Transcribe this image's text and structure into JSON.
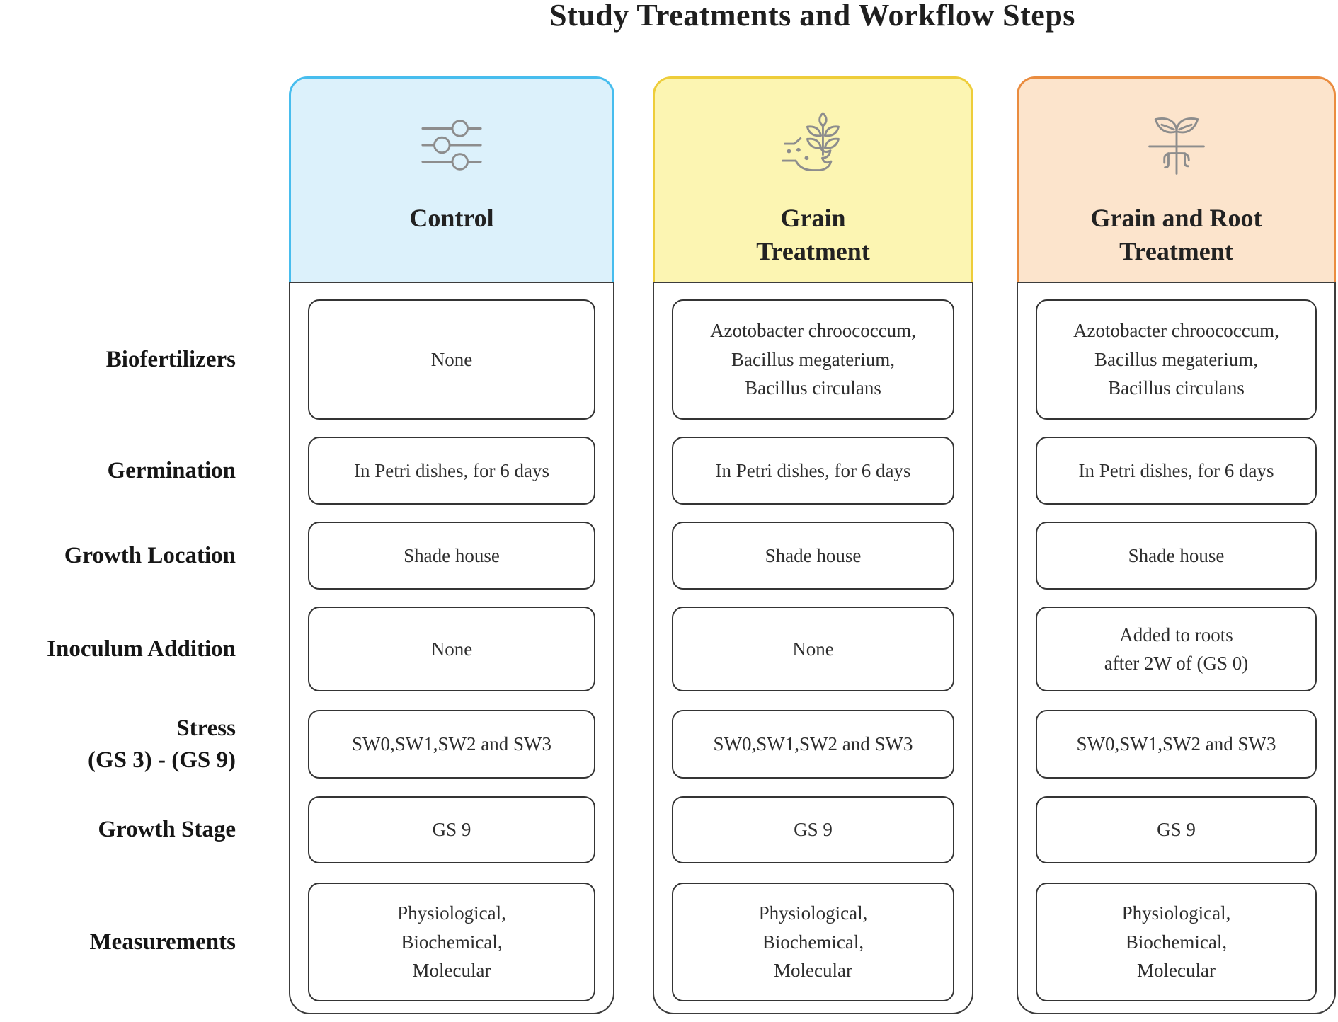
{
  "title": "Study Treatments and Workflow Steps",
  "colors": {
    "control_header_bg": "#dcf1fb",
    "control_header_border": "#47bdee",
    "grain_header_bg": "#fcf5b2",
    "grain_header_border": "#eecd3a",
    "grain_root_header_bg": "#fce4cc",
    "grain_root_header_border": "#ea8c3f",
    "box_border": "#3c3c3c",
    "icon_gray": "#8d8d8d"
  },
  "rows": [
    {
      "label": "Biofertilizers"
    },
    {
      "label": "Germination"
    },
    {
      "label": "Growth Location"
    },
    {
      "label": "Inoculum Addition"
    },
    {
      "label": "Stress\n(GS 3) - (GS 9)"
    },
    {
      "label": "Growth Stage"
    },
    {
      "label": "Measurements"
    }
  ],
  "columns": [
    {
      "header": "Control",
      "icon": "sliders-icon",
      "cells": [
        "None",
        "In Petri dishes, for 6 days",
        "Shade house",
        "None",
        "SW0,SW1,SW2 and SW3",
        "GS 9",
        "Physiological,\nBiochemical,\nMolecular"
      ]
    },
    {
      "header": "Grain\nTreatment",
      "icon": "grain-sowing-icon",
      "cells": [
        "Azotobacter chroococcum,\nBacillus megaterium,\nBacillus circulans",
        "In Petri dishes, for 6 days",
        "Shade house",
        "None",
        "SW0,SW1,SW2 and SW3",
        "GS 9",
        "Physiological,\nBiochemical,\nMolecular"
      ]
    },
    {
      "header": "Grain and Root\nTreatment",
      "icon": "seedling-roots-icon",
      "cells": [
        "Azotobacter chroococcum,\nBacillus megaterium,\nBacillus circulans",
        "In Petri dishes, for 6 days",
        "Shade house",
        "Added to roots\nafter 2W of (GS 0)",
        "SW0,SW1,SW2 and SW3",
        "GS 9",
        "Physiological,\nBiochemical,\nMolecular"
      ]
    }
  ]
}
